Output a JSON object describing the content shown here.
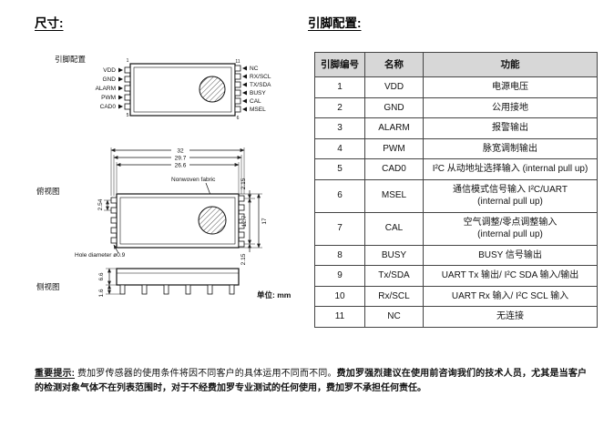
{
  "titles": {
    "dimensions": "尺寸:",
    "pin_config": "引脚配置:"
  },
  "diagram": {
    "front": {
      "label": "引脚配置",
      "left_pins": [
        "VDD",
        "GND",
        "ALARM",
        "PWM",
        "CAD0"
      ],
      "right_pins": [
        "NC",
        "RX/SCL",
        "TX/SDA",
        "BUSY",
        "CAL",
        "MSEL"
      ],
      "pin_num_left_top": "1",
      "pin_num_left_bottom": "5",
      "pin_num_right_top": "11",
      "pin_num_right_bottom": "6"
    },
    "top": {
      "label": "俯视图",
      "width_outer": "32",
      "width_mid": "29.7",
      "width_inner": "26.6",
      "nonwoven": "Nonwoven fabric",
      "pitch": "2.54",
      "height_total": "17",
      "pin_span": "12.7",
      "margin_top": "2.15",
      "margin_bottom": "2.15",
      "hole": "Hole diameter ø0.9"
    },
    "side": {
      "label": "侧视图",
      "height": "6.6",
      "pin_length": "1.6"
    },
    "unit": "单位: mm"
  },
  "table": {
    "headers": [
      "引脚编号",
      "名称",
      "功能"
    ],
    "rows": [
      {
        "no": "1",
        "name": "VDD",
        "func": "电源电压"
      },
      {
        "no": "2",
        "name": "GND",
        "func": "公用接地"
      },
      {
        "no": "3",
        "name": "ALARM",
        "func": "报警输出"
      },
      {
        "no": "4",
        "name": "PWM",
        "func": "脉宽调制输出"
      },
      {
        "no": "5",
        "name": "CAD0",
        "func": "I²C 从动地址选择输入  (internal pull up)"
      },
      {
        "no": "6",
        "name": "MSEL",
        "func": "通信模式信号输入 I²C/UART",
        "func2": "(internal pull up)"
      },
      {
        "no": "7",
        "name": "CAL",
        "func": "空气调整/零点调整输入",
        "func2": "(internal pull up)"
      },
      {
        "no": "8",
        "name": "BUSY",
        "func": "BUSY 信号输出"
      },
      {
        "no": "9",
        "name": "Tx/SDA",
        "func": "UART Tx 输出/ I²C SDA 输入/输出"
      },
      {
        "no": "10",
        "name": "Rx/SCL",
        "func": "UART Rx 输入/ I²C SCL 输入"
      },
      {
        "no": "11",
        "name": "NC",
        "func": "无连接"
      }
    ]
  },
  "note": {
    "label": "重要提示:",
    "normal": " 费加罗传感器的使用条件将因不同客户的具体运用不同而不同。",
    "bold": "费加罗强烈建议在使用前咨询我们的技术人员，尤其是当客户的检测对象气体不在列表范围时，对于不经费加罗专业测试的任何使用，费加罗不承担任何责任。"
  }
}
